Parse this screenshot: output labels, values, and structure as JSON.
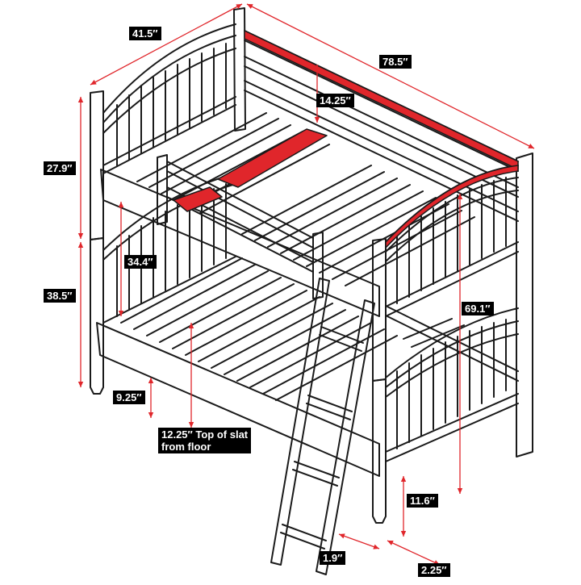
{
  "accent_color": "#e0262b",
  "outline_color": "#1a1a1a",
  "label_background": "#000000",
  "label_text_color": "#ffffff",
  "dimensions": {
    "width": "41.5″",
    "length": "78.5″",
    "guard_rail_height": "14.25″",
    "top_post_height": "27.9″",
    "bottom_post_height": "38.5″",
    "clearance_between_beds": "34.4″",
    "overall_height": "69.1″",
    "under_bed_clearance": "9.25″",
    "slat_height": "12.25″ Top of slat\nfrom floor",
    "leg_height": "11.6″",
    "post_width": "1.9″",
    "post_depth": "2.25″"
  }
}
